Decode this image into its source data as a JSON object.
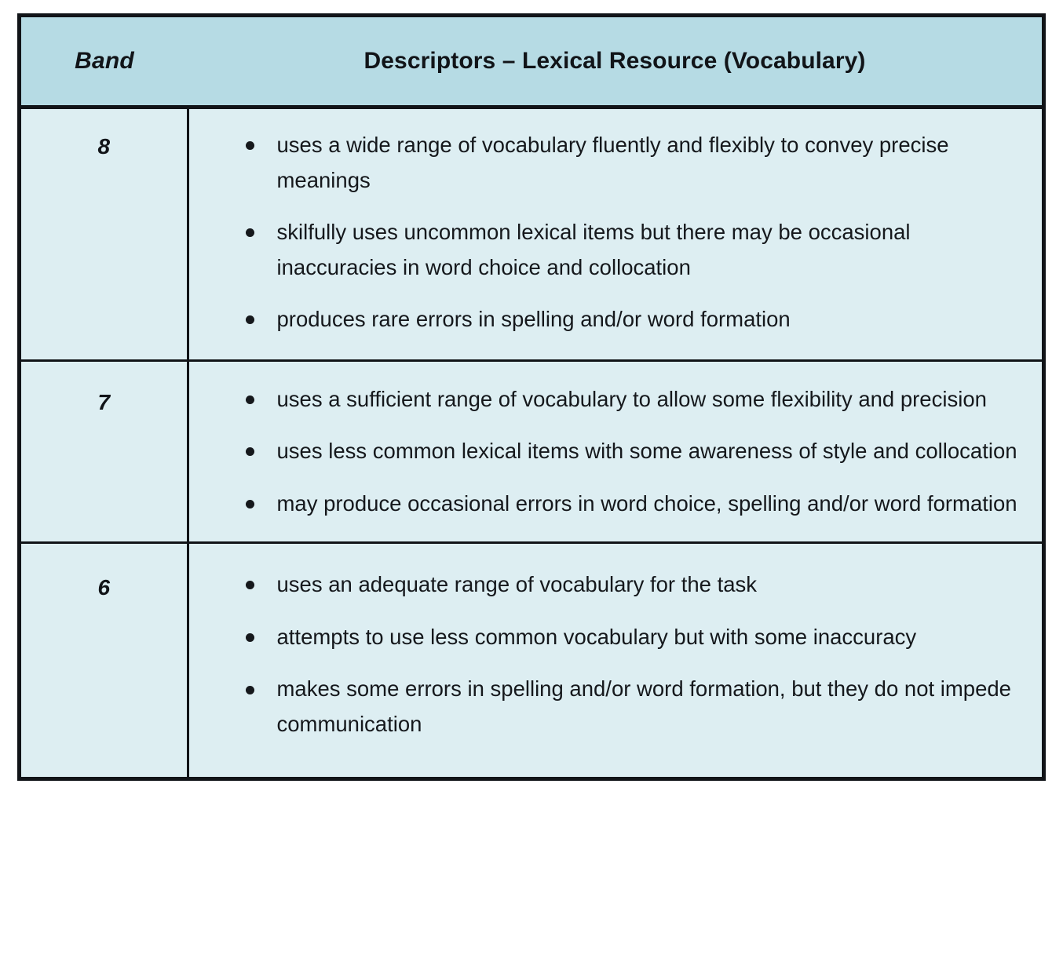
{
  "table": {
    "headers": {
      "band": "Band",
      "descriptors": "Descriptors – Lexical Resource (Vocabulary)"
    },
    "colors": {
      "header_fill": "#b6dbe4",
      "body_fill": "#ddeef2",
      "border": "#111418",
      "text": "#15181c",
      "page_background": "#ffffff"
    },
    "rows": [
      {
        "band": "8",
        "descriptors": [
          "uses a wide range of vocabulary fluently and flexibly to convey precise meanings",
          "skilfully uses uncommon lexical items but there may be occasional inaccuracies in word choice and collocation",
          "produces rare errors in spelling and/or word formation"
        ]
      },
      {
        "band": "7",
        "descriptors": [
          "uses a sufficient range of vocabulary to allow some flexibility and precision",
          "uses less common lexical items with some awareness of style and collocation",
          "may produce occasional errors in word choice, spelling and/or word formation"
        ]
      },
      {
        "band": "6",
        "descriptors": [
          "uses an adequate range of vocabulary for the task",
          "attempts to use less common vocabulary but with some inaccuracy",
          "makes some errors in spelling and/or word formation, but they do not impede communication"
        ]
      }
    ]
  }
}
